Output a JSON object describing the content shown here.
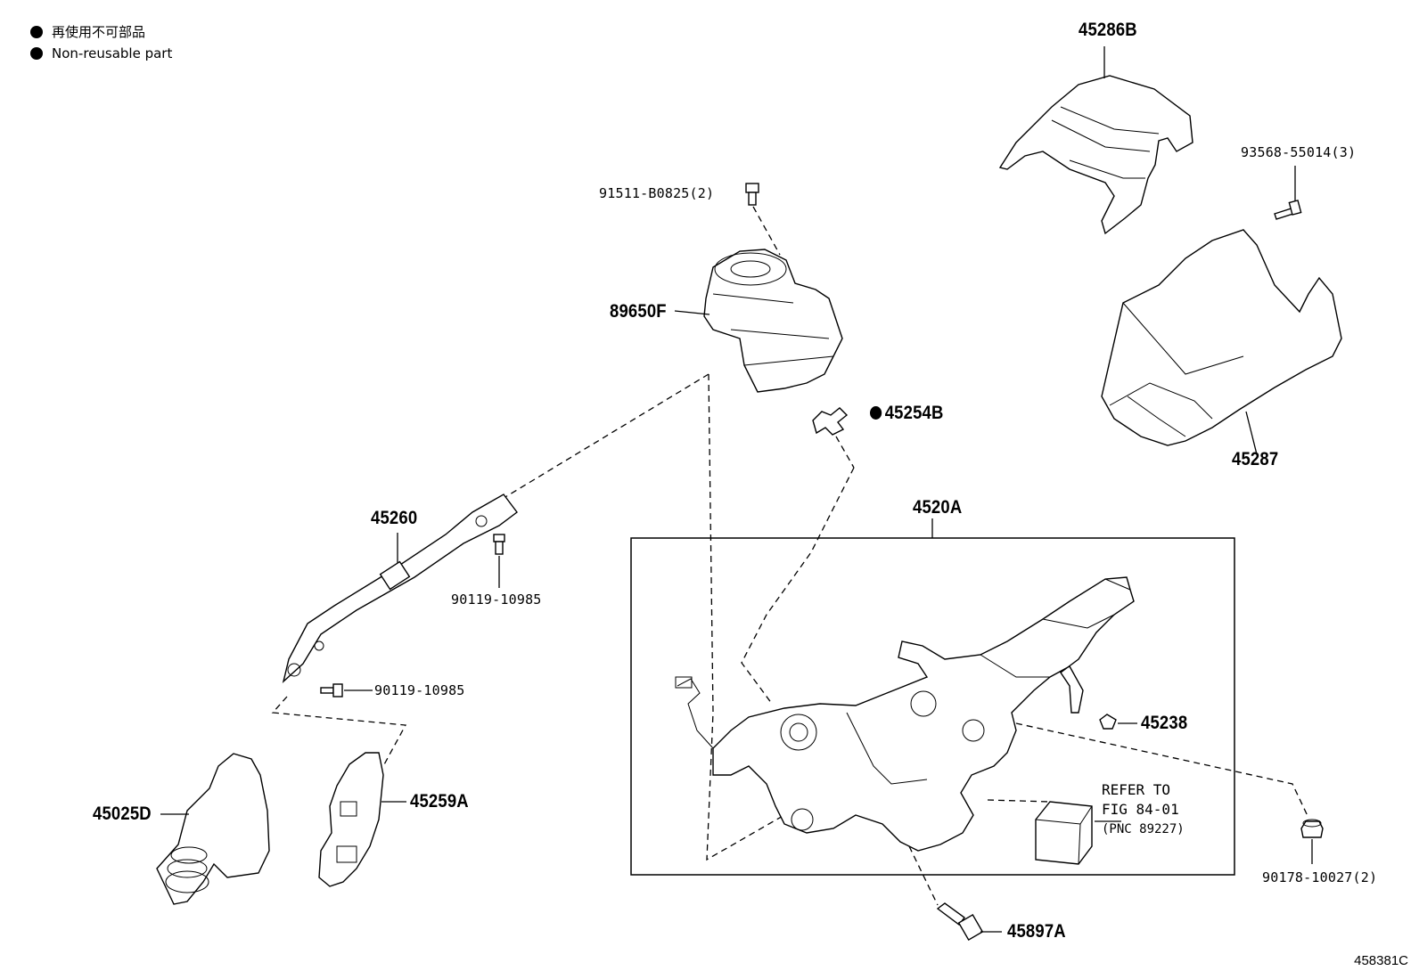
{
  "legend": {
    "jp": "再使用不可部品",
    "en": "Non-reusable part"
  },
  "labels": {
    "p45286B": "45286B",
    "p93568": "93568-55014(3)",
    "p91511": "91511-B0825(2)",
    "p89650F": "89650F",
    "p45254B": "45254B",
    "p45287": "45287",
    "p4520A": "4520A",
    "p45260": "45260",
    "p90119_a": "90119-10985",
    "p90119_b": "90119-10985",
    "p45238": "45238",
    "p45025D": "45025D",
    "p45259A": "45259A",
    "p90178": "90178-10027(2)",
    "p45897A": "45897A"
  },
  "refer": {
    "line1": "REFER TO",
    "line2": "FIG 84-01",
    "line3": "(PNC 89227)"
  },
  "figure_number": "458381C"
}
